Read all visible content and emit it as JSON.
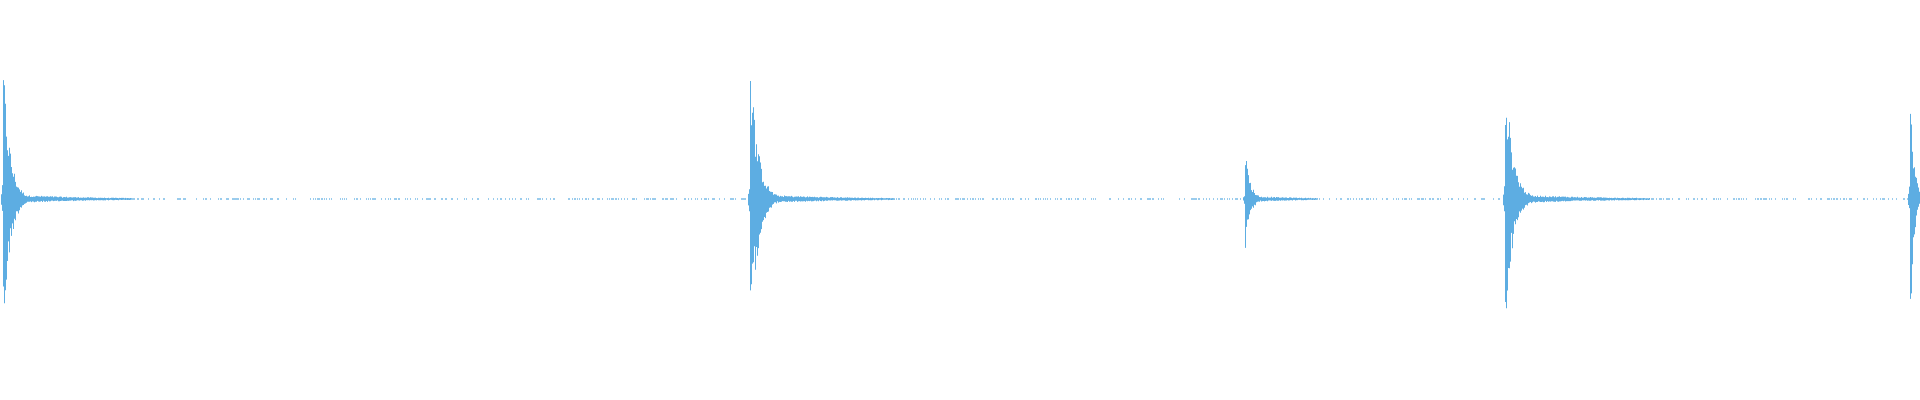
{
  "waveform": {
    "color": "#5dade2",
    "background": "#ffffff",
    "duration_units": 1920,
    "amplitude_range": [
      -1,
      1
    ],
    "transients": [
      {
        "time": 3,
        "peak": 0.82,
        "neg_peak": 0.82,
        "decay": 40,
        "tail_level": 0.03
      },
      {
        "time": 750,
        "peak": 0.85,
        "neg_peak": 0.85,
        "decay": 45,
        "tail_level": 0.03
      },
      {
        "time": 1245,
        "peak": 0.29,
        "neg_peak": 0.29,
        "decay": 30,
        "tail_level": 0.02
      },
      {
        "time": 1505,
        "peak": 0.78,
        "neg_peak": 0.78,
        "decay": 45,
        "tail_level": 0.03
      },
      {
        "time": 1910,
        "peak": 0.76,
        "neg_peak": 0.76,
        "decay": 20,
        "tail_level": 0.03
      }
    ],
    "noise_floor": 0.004
  }
}
